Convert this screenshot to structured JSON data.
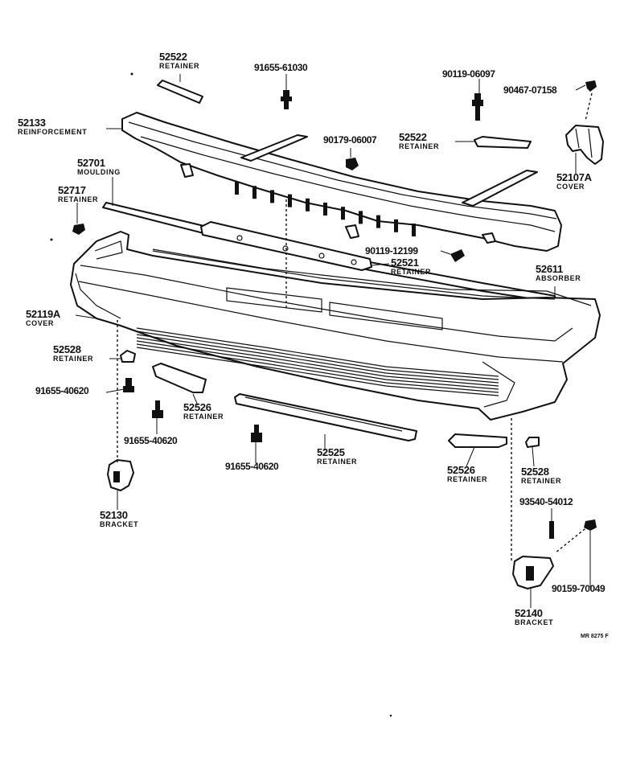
{
  "diagram_id": "MR 8275 F",
  "parts": {
    "p52522a": {
      "num": "52522",
      "name": "RETAINER"
    },
    "p52133": {
      "num": "52133",
      "name": "REINFORCEMENT"
    },
    "p52701": {
      "num": "52701",
      "name": "MOULDING"
    },
    "p52717": {
      "num": "52717",
      "name": "RETAINER"
    },
    "p52522b": {
      "num": "52522",
      "name": "RETAINER"
    },
    "p52107a": {
      "num": "52107A",
      "name": "COVER"
    },
    "p52521": {
      "num": "52521",
      "name": "RETAINER"
    },
    "p52611": {
      "num": "52611",
      "name": "ABSORBER"
    },
    "p52119a": {
      "num": "52119A",
      "name": "COVER"
    },
    "p52528a": {
      "num": "52528",
      "name": "RETAINER"
    },
    "p52526a": {
      "num": "52526",
      "name": "RETAINER"
    },
    "p52525": {
      "num": "52525",
      "name": "RETAINER"
    },
    "p52526b": {
      "num": "52526",
      "name": "RETAINER"
    },
    "p52528b": {
      "num": "52528",
      "name": "RETAINER"
    },
    "p52130": {
      "num": "52130",
      "name": "BRACKET"
    },
    "p52140": {
      "num": "52140",
      "name": "BRACKET"
    }
  },
  "fasteners": {
    "f1": "91655-61030",
    "f2": "90119-06097",
    "f3": "90467-07158",
    "f4": "90179-06007",
    "f5": "90119-12199",
    "f6": "91655-40620",
    "f7": "91655-40620",
    "f8": "91655-40620",
    "f9": "93540-54012",
    "f10": "90159-70049"
  }
}
